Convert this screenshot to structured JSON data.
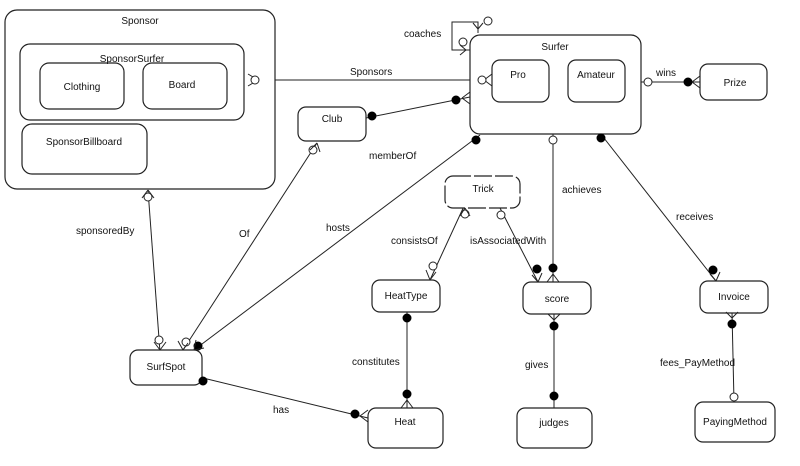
{
  "entities": {
    "sponsor": "Sponsor",
    "sponsor_surfer": "SponsorSurfer",
    "clothing": "Clothing",
    "board": "Board",
    "sponsor_billboard": "SponsorBillboard",
    "surfer": "Surfer",
    "pro": "Pro",
    "amateur": "Amateur",
    "prize": "Prize",
    "club": "Club",
    "trick": "Trick",
    "heat_type": "HeatType",
    "score": "score",
    "invoice": "Invoice",
    "surf_spot": "SurfSpot",
    "heat": "Heat",
    "judges": "judges",
    "paying_method": "PayingMethod"
  },
  "relationships": {
    "coaches": "coaches",
    "sponsors": "Sponsors",
    "wins": "wins",
    "member_of": "memberOf",
    "achieves": "achieves",
    "receives": "receives",
    "sponsored_by": "sponsoredBy",
    "of": "Of",
    "hosts": "hosts",
    "consists_of": "consistsOf",
    "is_associated_with": "isAssociatedWith",
    "constitutes": "constitutes",
    "gives": "gives",
    "fees_paymethod": "fees_PayMethod",
    "has": "has"
  }
}
